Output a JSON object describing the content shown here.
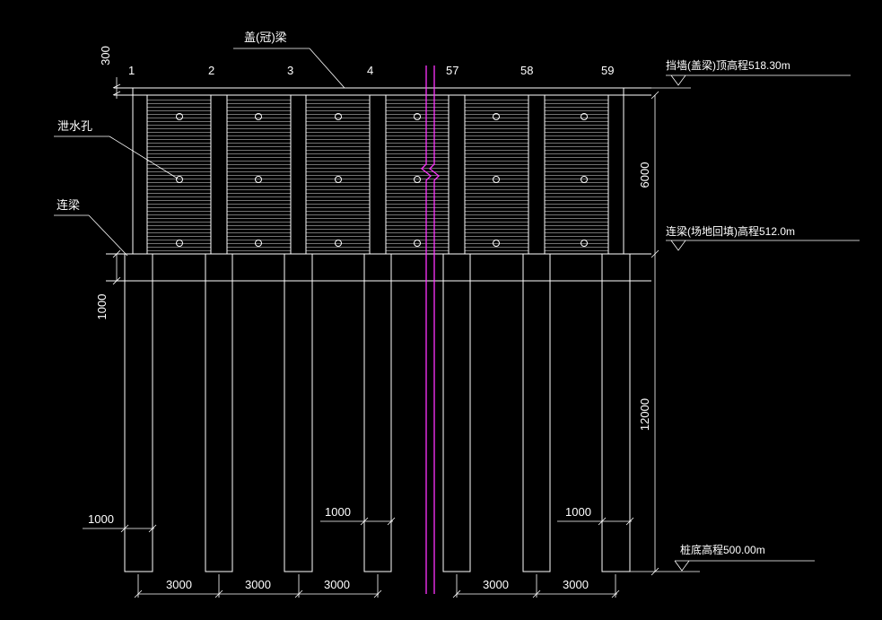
{
  "labels": {
    "cap_beam": "盖(冠)梁",
    "top_elev": "挡墙(盖梁)顶高程518.30m",
    "drain_hole": "泄水孔",
    "tie_beam": "连梁",
    "tie_beam_elev": "连梁(场地回填)高程512.0m",
    "pile_bottom_elev": "桩底高程500.00m"
  },
  "dims": {
    "d300": "300",
    "d6000": "6000",
    "d1000_left": "1000",
    "d12000": "12000",
    "d1000_pile_a": "1000",
    "d1000_pile_b": "1000",
    "d1000_pile_c": "1000",
    "spacing": [
      "3000",
      "3000",
      "3000",
      "3000",
      "3000"
    ]
  },
  "pile_numbers": [
    "1",
    "2",
    "3",
    "4",
    "57",
    "58",
    "59"
  ],
  "colors": {
    "background": "#000000",
    "lines": "#ffffff",
    "break_line": "#ff33ff"
  }
}
